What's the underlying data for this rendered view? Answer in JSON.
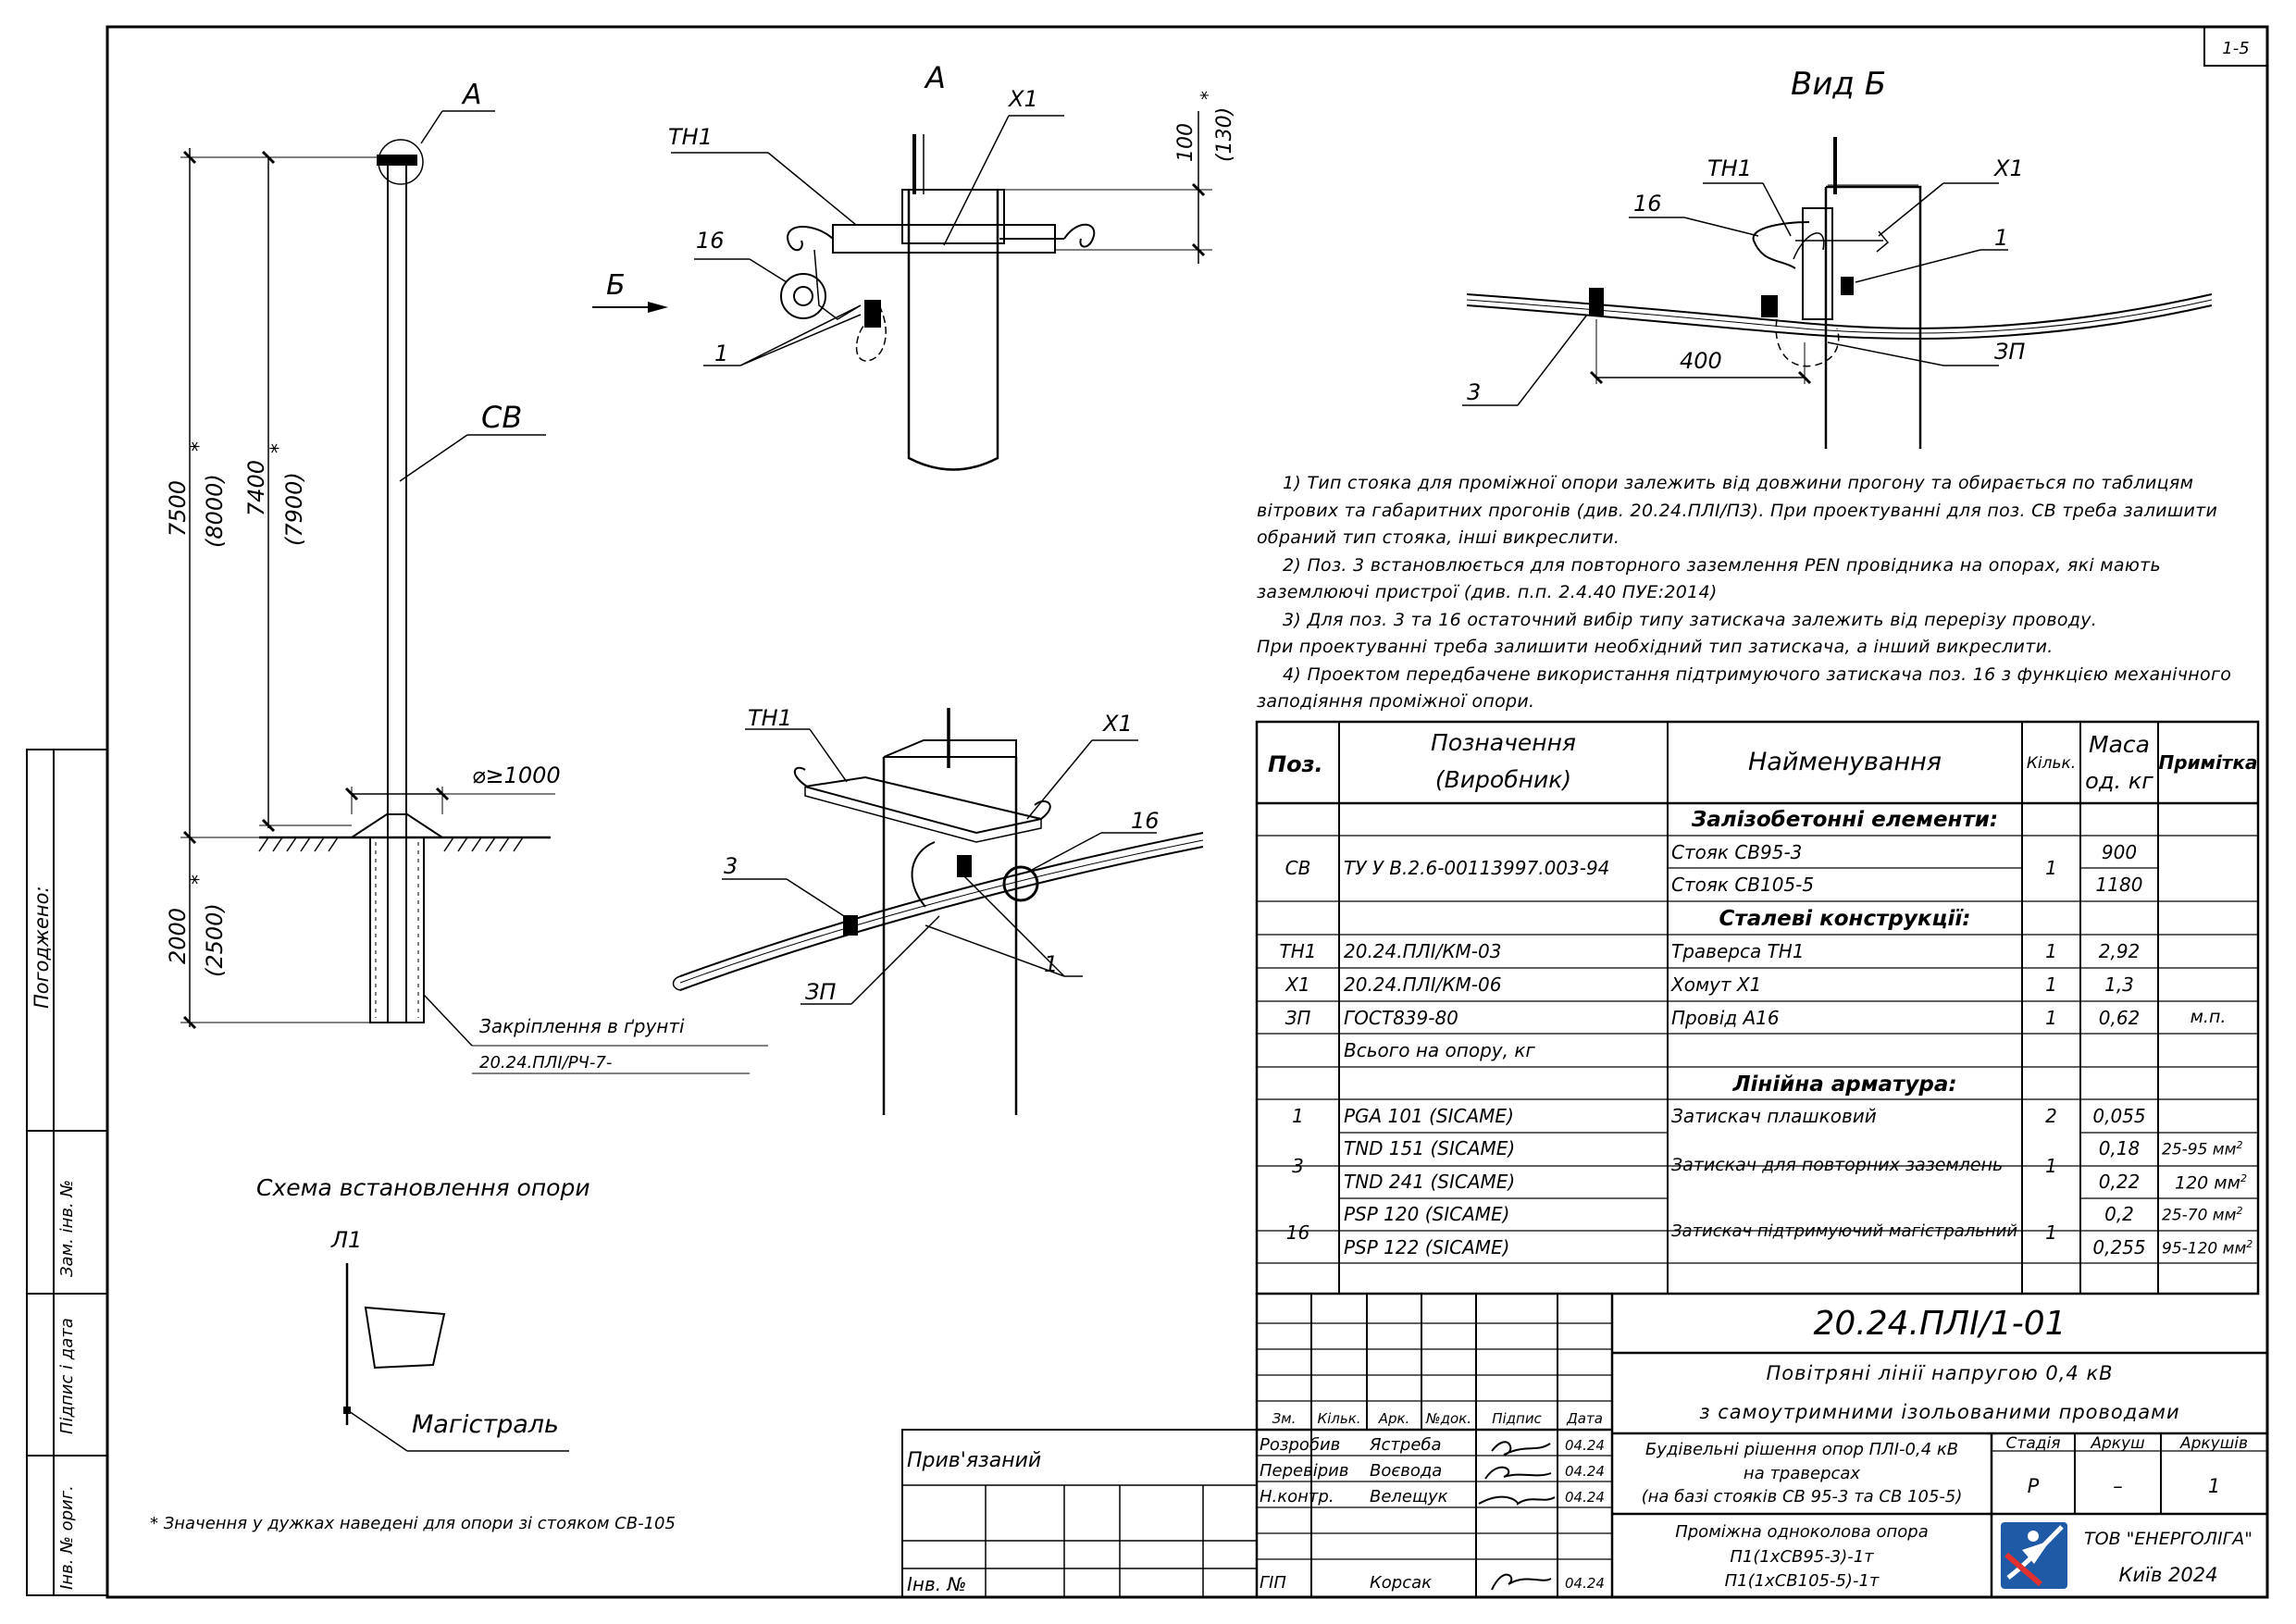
{
  "sheet": {
    "number": "1-5"
  },
  "views": {
    "main": {
      "label_a": "А",
      "label_sv": "СВ",
      "dims": {
        "d7500": "7500",
        "d8000": "(8000)",
        "d7400": "7400",
        "d7900": "(7900)",
        "d2000": "2000",
        "d2500": "(2500)",
        "dia": "⌀≥1000",
        "star": "*"
      },
      "ground_label": "Закріплення в ґрунті",
      "ground_ref": "20.24.ПЛІ/РЧ-7-"
    },
    "detail_a": {
      "label": "А",
      "tn1": "ТН1",
      "x1": "Х1",
      "p16": "16",
      "p1": "1",
      "b": "Б",
      "d100": "100",
      "d130": "(130)"
    },
    "view_b": {
      "title": "Вид Б",
      "tn1": "ТН1",
      "x1": "Х1",
      "p16": "16",
      "p1": "1",
      "p3": "3",
      "zp": "ЗП",
      "d400": "400"
    },
    "iso": {
      "tn1": "ТН1",
      "x1": "Х1",
      "p16": "16",
      "p3": "3",
      "zp": "ЗП",
      "p1": "1"
    },
    "scheme": {
      "title": "Схема встановлення опори",
      "l1": "Л1",
      "main": "Магістраль"
    },
    "footnote": "* Значення у дужках наведені для опори зі стояком СВ-105"
  },
  "notes": [
    "1) Тип стояка для проміжної опори залежить від довжини прогону та обирається по таблицям",
    "вітрових та габаритних прогонів (див. 20.24.ПЛІ/ПЗ). При проектуванні для поз. СВ треба залишити",
    "обраний тип стояка, інші викреслити.",
    "2) Поз. 3 встановлюється для повторного заземлення PEN провідника на опорах, які мають",
    "заземлюючі пристрої (див. п.п. 2.4.40 ПУЕ:2014)",
    "3) Для поз. 3 та 16 остаточний вибір типу затискача залежить від перерізу проводу.",
    "При проектуванні треба залишити необхідний тип затискача, а інший викреслити.",
    "4) Проектом передбачене використання підтримуючого затискача поз. 16 з функцією механічного",
    "заподіяння проміжної опори."
  ],
  "table": {
    "headers": {
      "pos": "Поз.",
      "desig1": "Позначення",
      "desig2": "(Виробник)",
      "name": "Найменування",
      "qty": "Кільк.",
      "mass1": "Маса",
      "mass2": "од. кг",
      "note": "Примітка"
    },
    "sections": {
      "s1": "Залізобетонні елементи:",
      "s2": "Сталеві конструкції:",
      "s3": "Лінійна арматура:"
    },
    "rows": [
      {
        "pos": "СВ",
        "desig": "ТУ У В.2.6-00113997.003-94",
        "name1": "Стояк СВ95-3",
        "name2": "Стояк СВ105-5",
        "qty": "1",
        "m1": "900",
        "m2": "1180"
      },
      {
        "pos": "ТН1",
        "desig": "20.24.ПЛІ/КМ-03",
        "name": "Траверса ТН1",
        "qty": "1",
        "mass": "2,92",
        "note": ""
      },
      {
        "pos": "Х1",
        "desig": "20.24.ПЛІ/КМ-06",
        "name": "Хомут Х1",
        "qty": "1",
        "mass": "1,3",
        "note": ""
      },
      {
        "pos": "ЗП",
        "desig": "ГОСТ839-80",
        "name": "Провід А16",
        "qty": "1",
        "mass": "0,62",
        "note": "м.п."
      },
      {
        "total": "Всього на опору, кг"
      },
      {
        "pos": "1",
        "desig": "PGA 101 (SICAME)",
        "name": "Затискач плашковий",
        "qty": "2",
        "mass": "0,055"
      },
      {
        "pos": "3",
        "desig1": "TND 151 (SICAME)",
        "desig2": "TND 241 (SICAME)",
        "name": "Затискач для повторних заземлень",
        "qty": "1",
        "m1": "0,18",
        "m2": "0,22",
        "n1": "25-95 мм",
        "n2": "120 мм"
      },
      {
        "pos": "16",
        "desig1": "PSP 120 (SICAME)",
        "desig2": "PSP 122 (SICAME)",
        "name": "Затискач підтримуючий магістральний",
        "qty": "1",
        "m1": "0,2",
        "m2": "0,255",
        "n1": "25-70 мм",
        "n2": "95-120 мм"
      }
    ],
    "sup": "2"
  },
  "stamp": {
    "code": "20.24.ПЛІ/1-01",
    "title1": "Повітряні лінії напругою 0,4 кВ",
    "title2": "з самоутримними ізольованими проводами",
    "sub1": "Будівельні рішення опор ПЛІ-0,4 кВ",
    "sub2": "на траверсах",
    "sub3": "(на базі стояків СВ 95-3 та СВ 105-5)",
    "sheet_title1": "Проміжна одноколова опора",
    "sheet_title2": "П1(1хСВ95-3)-1т",
    "sheet_title3": "П1(1хСВ105-5)-1т",
    "cols": {
      "zm": "Зм.",
      "kil": "Кільк.",
      "ark": "Арк.",
      "ndok": "№док.",
      "pidp": "Підпис",
      "data": "Дата"
    },
    "stage_h": "Стадія",
    "sheet_h": "Аркуш",
    "sheets_h": "Аркушів",
    "stage": "Р",
    "sheet": "–",
    "sheets": "1",
    "people": [
      {
        "role": "Розробив",
        "name": "Ястреба",
        "date": "04.24"
      },
      {
        "role": "Перевірив",
        "name": "Воєвода",
        "date": "04.24"
      },
      {
        "role": "Н.контр.",
        "name": "Велещук",
        "date": "04.24"
      },
      {
        "role": "ГІП",
        "name": "Корсак",
        "date": "04.24"
      }
    ],
    "company": "ТОВ \"ЕНЕРГОЛІГА\"",
    "city": "Київ 2024",
    "bound": "Прив'язаний",
    "inv": "Інв. №"
  },
  "side": {
    "agreed": "Погоджено:",
    "zam": "Зам. інв. №",
    "sign": "Підпис і дата",
    "inv": "Інв. № ориг."
  }
}
